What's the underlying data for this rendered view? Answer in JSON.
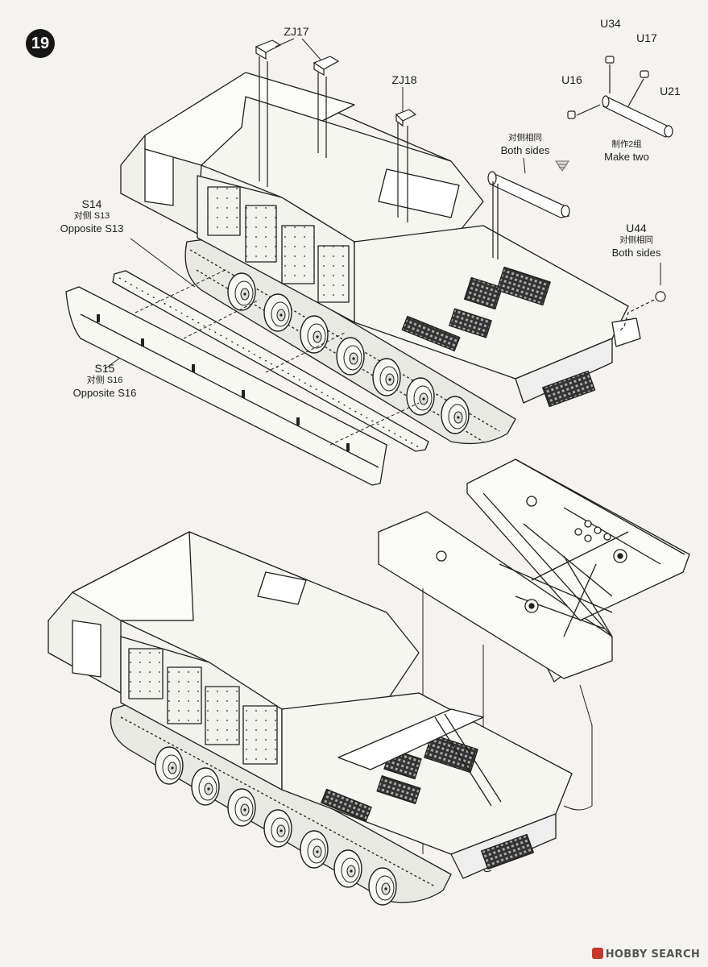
{
  "step_number": "19",
  "labels": {
    "zj17": "ZJ17",
    "zj18": "ZJ18",
    "u34": "U34",
    "u17": "U17",
    "u16": "U16",
    "u21": "U21",
    "make_two_zh": "制作2组",
    "make_two_en": "Make two",
    "both_sides_zh": "对侧相同",
    "both_sides_en": "Both sides",
    "u44": "U44",
    "u44_both_sides_zh": "对侧相同",
    "u44_both_sides_en": "Both sides",
    "s14": "S14",
    "s14_opposite_zh": "对侧 S13",
    "s14_opposite_en": "Opposite S13",
    "s15": "S15",
    "s15_opposite_zh": "对侧 S16",
    "s15_opposite_en": "Opposite S16"
  },
  "watermark": "HOBBY SEARCH",
  "colors": {
    "line": "#1e1e1e",
    "paper": "#f4f3ef",
    "hatch": "#2a2a2a"
  }
}
